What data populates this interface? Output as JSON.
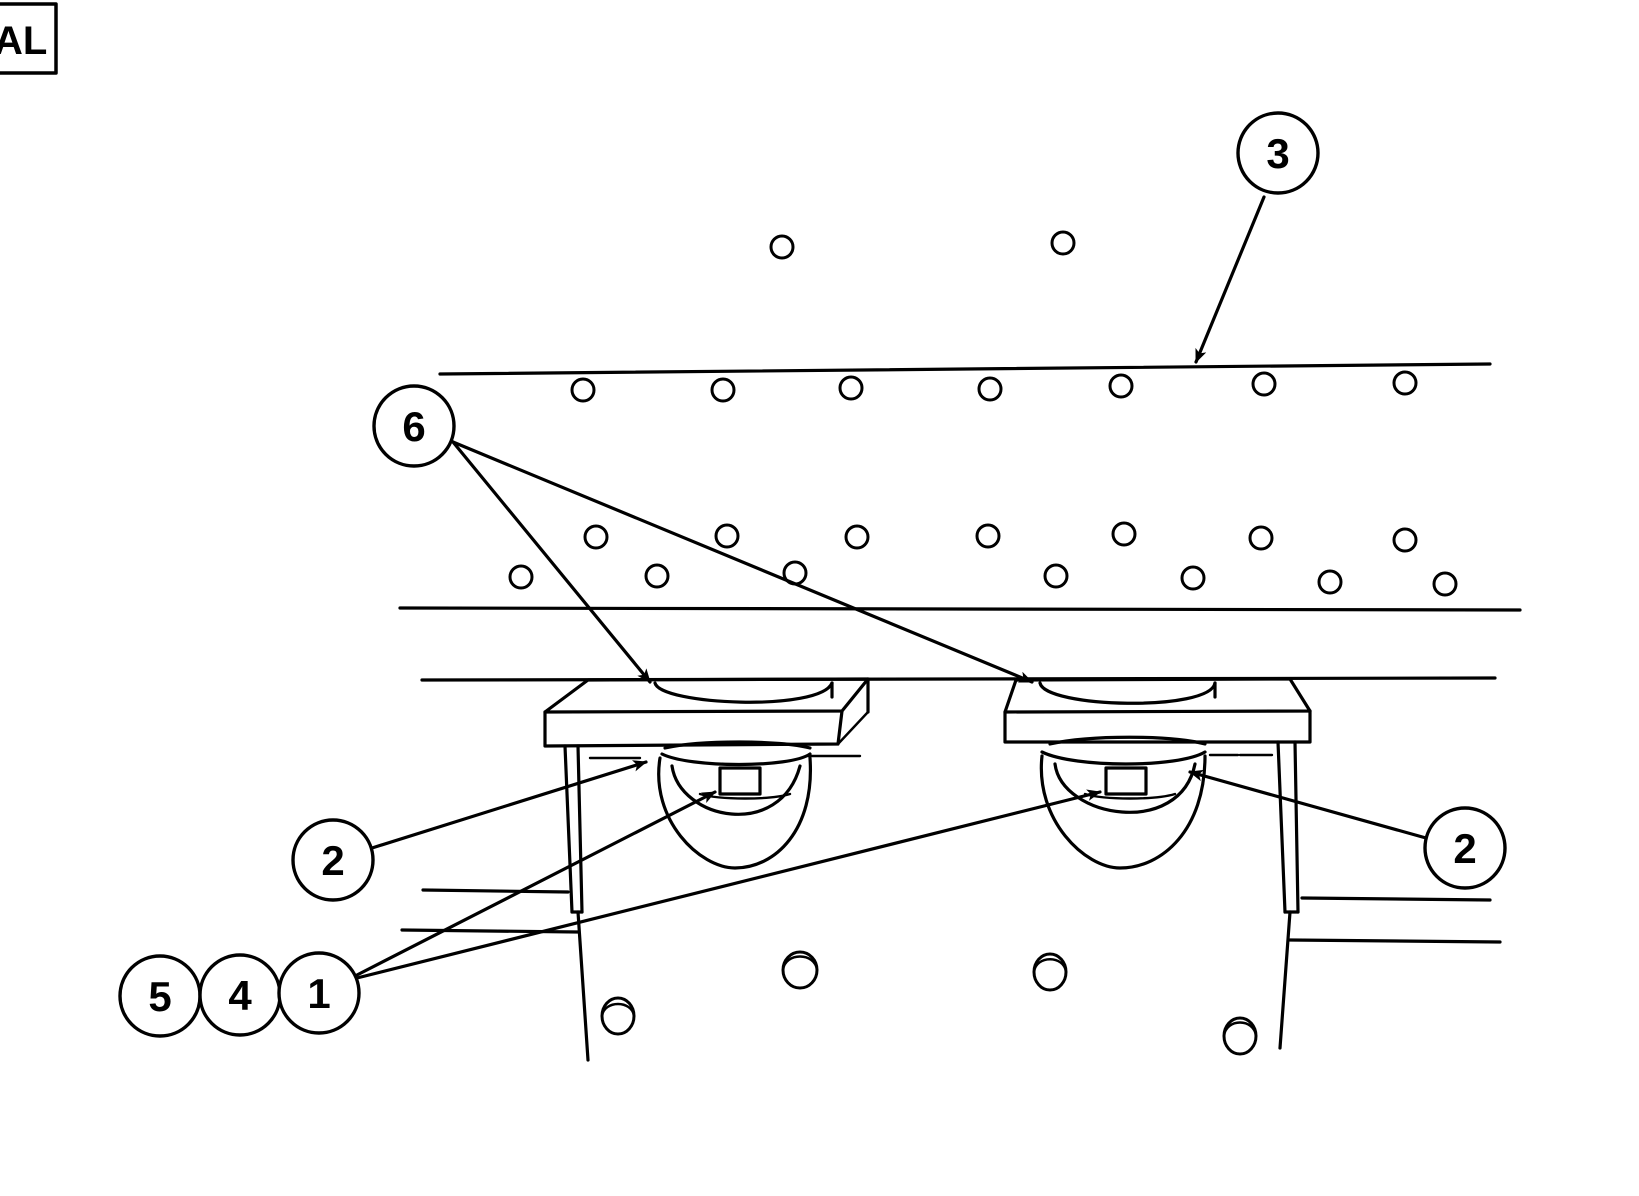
{
  "corner_tag": "AL",
  "callouts": {
    "c3": "3",
    "c6": "6",
    "c2_left": "2",
    "c2_right": "2",
    "c5": "5",
    "c4": "4",
    "c1": "1"
  }
}
